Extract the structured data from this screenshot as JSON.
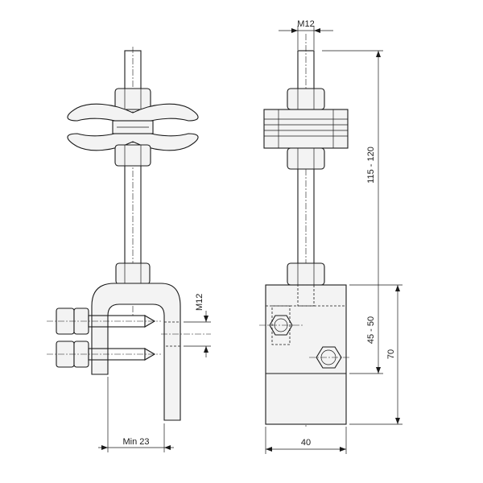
{
  "dimensions": {
    "thread_top": "M12",
    "thread_side": "M12",
    "rod_length": "115 - 120",
    "clamp_height": "45 - 50",
    "block_height": "70",
    "block_width": "40",
    "flange_min": "Min 23"
  }
}
